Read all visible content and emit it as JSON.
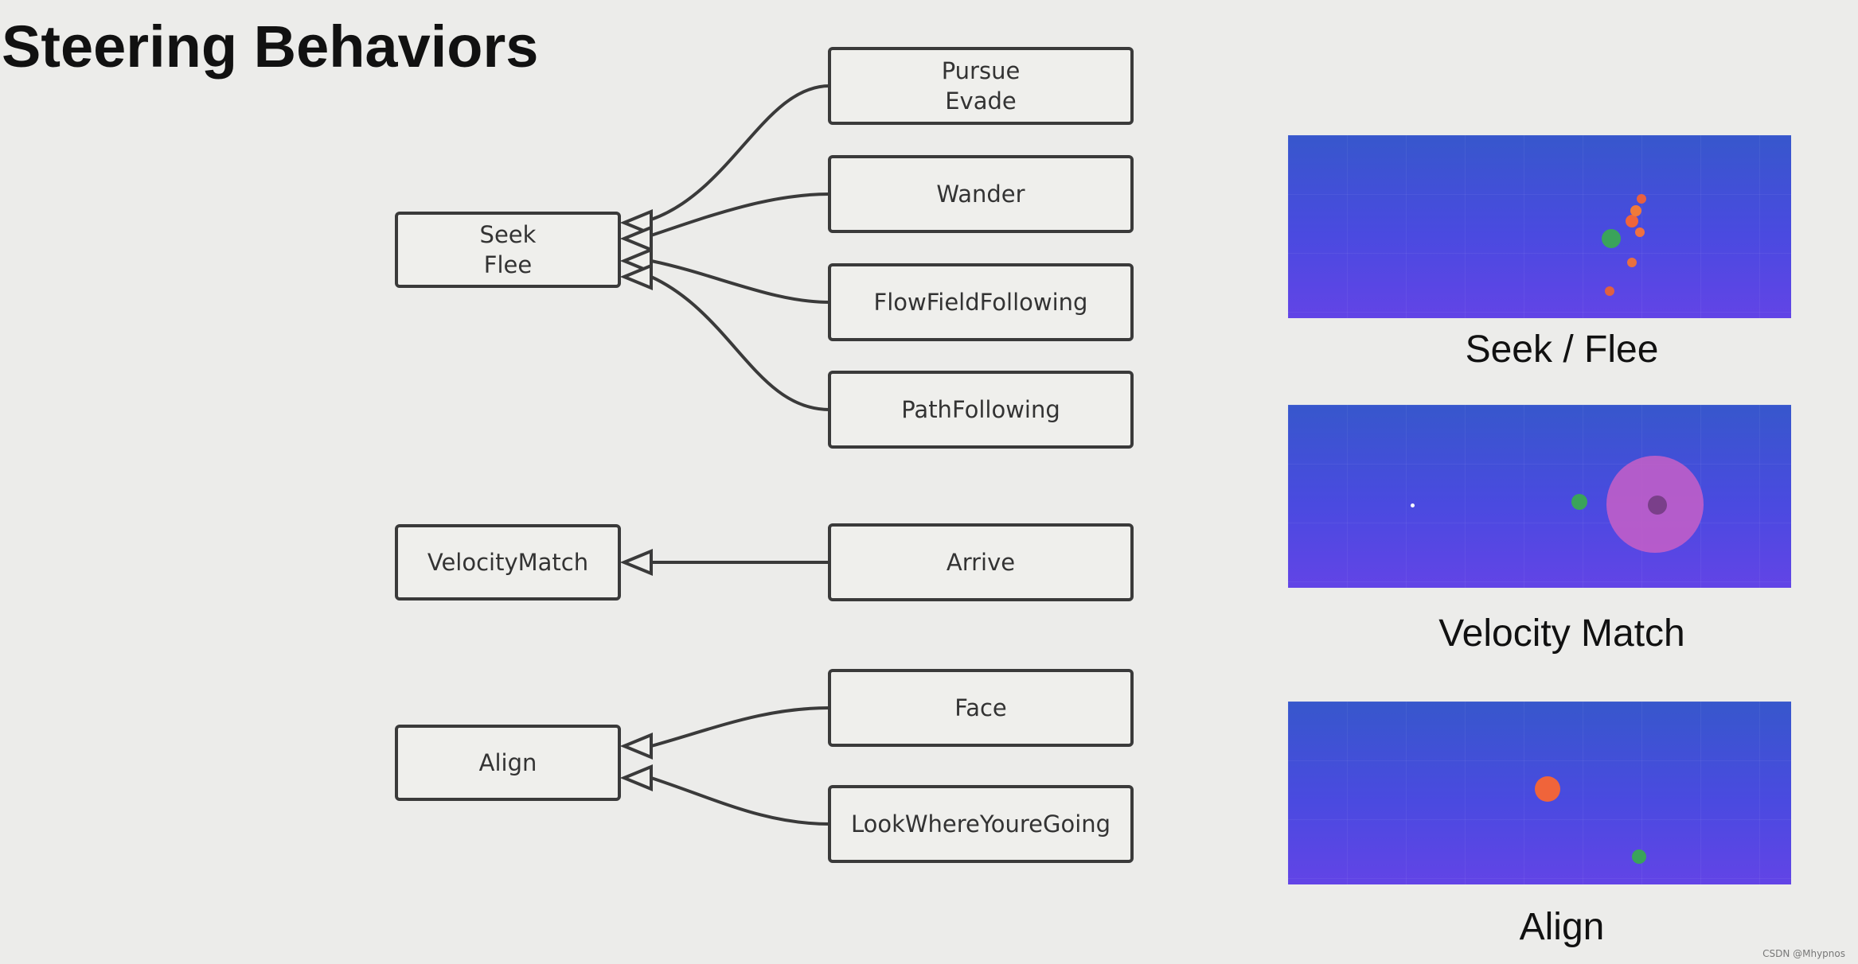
{
  "title": "Steering Behaviors",
  "diagram": {
    "base_nodes": {
      "seek_flee": "Seek\nFlee",
      "velocity_match": "VelocityMatch",
      "align": "Align"
    },
    "derived_nodes": {
      "pursue_evade": "Pursue\nEvade",
      "wander": "Wander",
      "flow_field_following": "FlowFieldFollowing",
      "path_following": "PathFollowing",
      "arrive": "Arrive",
      "face": "Face",
      "look_where_youre_going": "LookWhereYoureGoing"
    },
    "edges": [
      {
        "from": "pursue_evade",
        "to": "seek_flee"
      },
      {
        "from": "wander",
        "to": "seek_flee"
      },
      {
        "from": "flow_field_following",
        "to": "seek_flee"
      },
      {
        "from": "path_following",
        "to": "seek_flee"
      },
      {
        "from": "arrive",
        "to": "velocity_match"
      },
      {
        "from": "face",
        "to": "align"
      },
      {
        "from": "look_where_youre_going",
        "to": "align"
      }
    ]
  },
  "demos": {
    "seek_flee": "Seek / Flee",
    "velocity_match": "Velocity Match",
    "align": "Align"
  },
  "colors": {
    "agent_orange": "#f0643a",
    "target_green": "#3aa35a",
    "arrive_radius": "#c75fc7"
  },
  "watermark": "CSDN @Mhypnos"
}
